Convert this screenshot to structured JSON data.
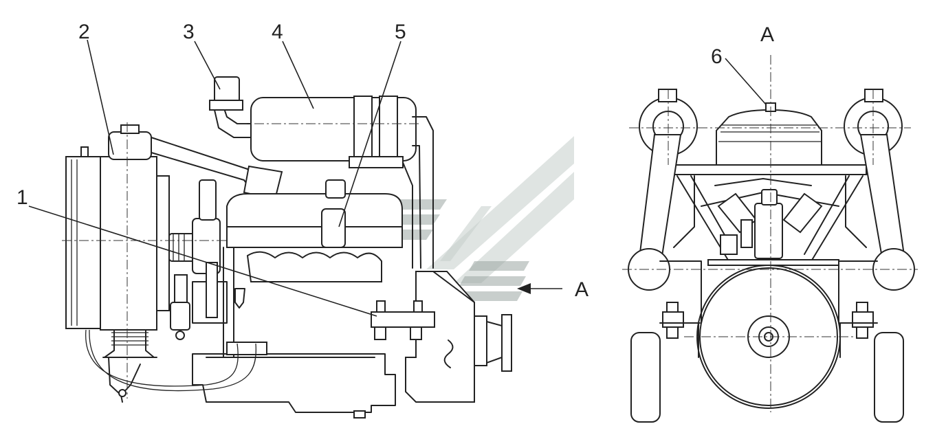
{
  "callouts": {
    "c1": "1",
    "c2": "2",
    "c3": "3",
    "c4": "4",
    "c5": "5",
    "c6": "6"
  },
  "view_arrow_label": "A",
  "view_title": "A",
  "colors": {
    "line": "#222222",
    "watermark": "#9aa5a3",
    "background": "#ffffff"
  }
}
